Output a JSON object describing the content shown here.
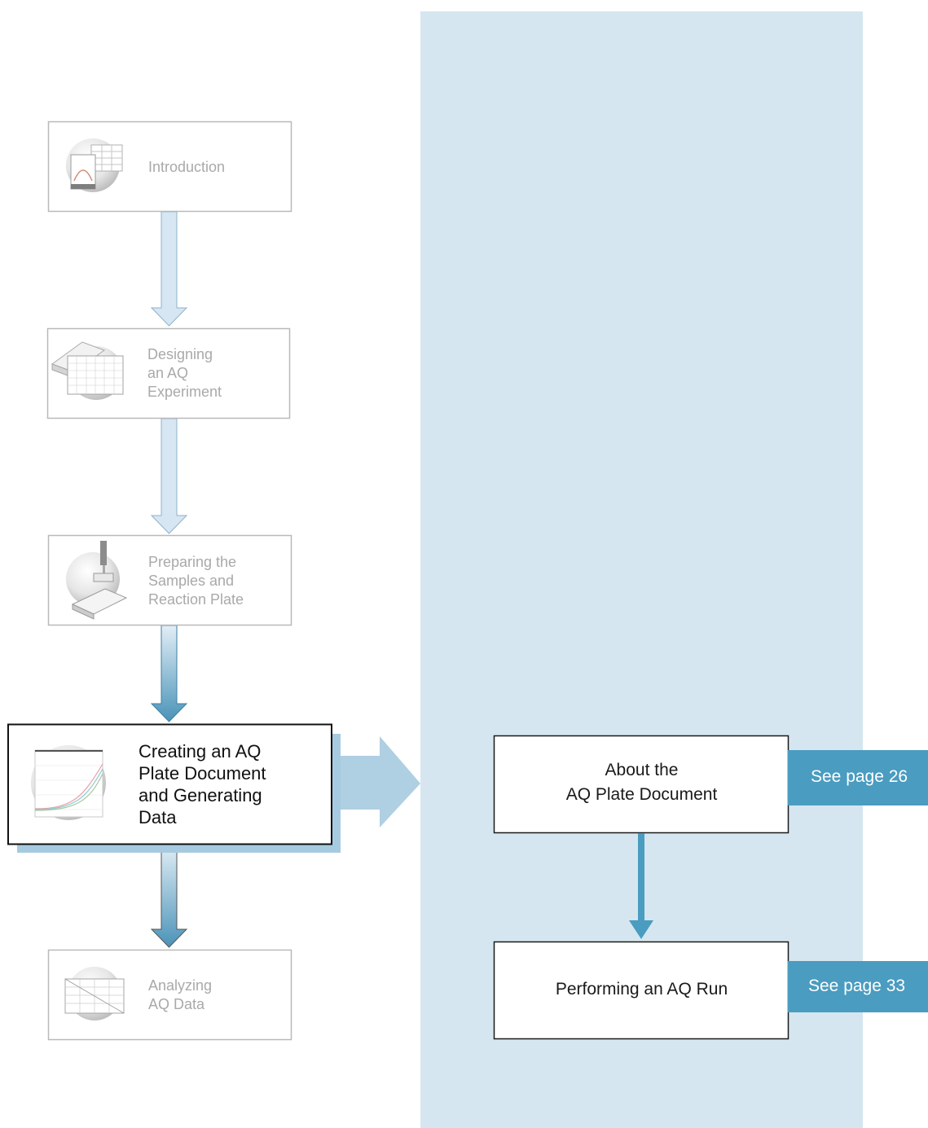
{
  "colors": {
    "panel": "#d5e6f0",
    "arrow_light_fill": "#d6e6f2",
    "arrow_light_stroke": "#8fb2cc",
    "arrow_dark": "#4a9cc0",
    "box_border_dim": "#b9b9b9",
    "box_border_active": "#111111",
    "shadow": "#a6cbe0",
    "big_arrow": "#afcfe2",
    "badge": "#4a9cc0"
  },
  "steps": [
    {
      "id": "introduction",
      "lines": [
        "Introduction"
      ],
      "icon": "chart-window-icon",
      "active": false
    },
    {
      "id": "designing",
      "lines": [
        "Designing",
        "an AQ",
        "Experiment"
      ],
      "icon": "plate-layout-icon",
      "active": false
    },
    {
      "id": "preparing",
      "lines": [
        "Preparing the",
        "Samples and",
        "Reaction Plate"
      ],
      "icon": "pipette-plate-icon",
      "active": false
    },
    {
      "id": "creating",
      "lines": [
        "Creating an AQ",
        "Plate Document",
        "and Generating",
        "Data"
      ],
      "icon": "amplification-plot-icon",
      "active": true
    },
    {
      "id": "analyzing",
      "lines": [
        "Analyzing",
        "AQ Data"
      ],
      "icon": "results-table-icon",
      "active": false
    }
  ],
  "substeps": [
    {
      "id": "about",
      "lines": [
        "About the",
        "AQ Plate Document"
      ],
      "badge": "See page 26"
    },
    {
      "id": "performing",
      "lines": [
        "Performing an AQ Run"
      ],
      "badge": "See page 33"
    }
  ]
}
